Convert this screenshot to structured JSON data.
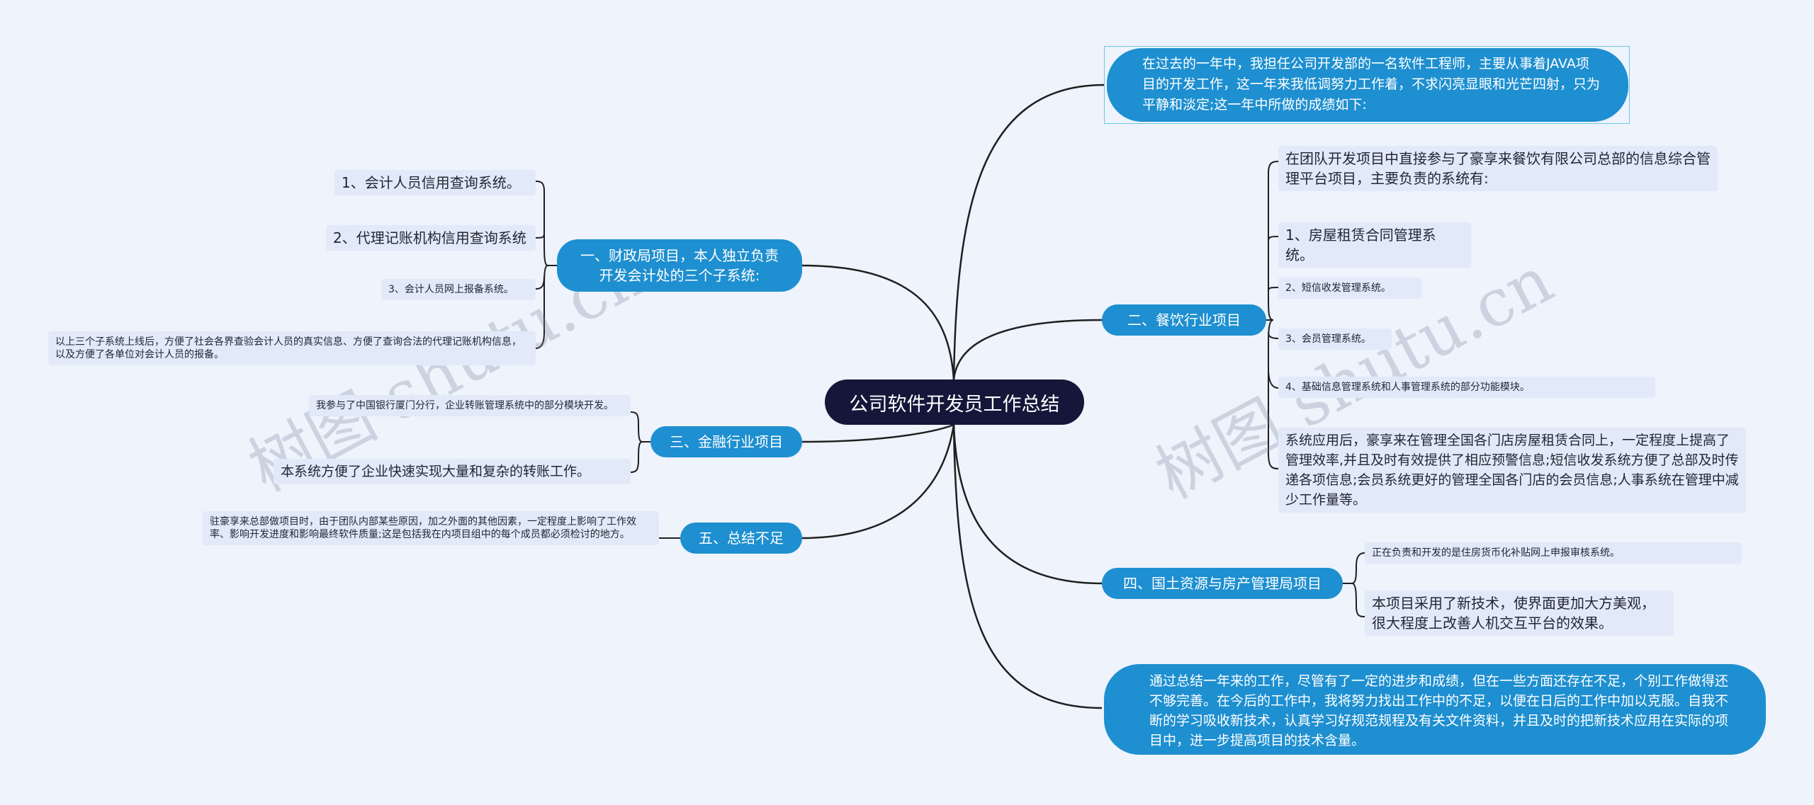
{
  "root": {
    "title": "公司软件开发员工作总结"
  },
  "intro": {
    "text": "在过去的一年中，我担任公司开发部的一名软件工程师，主要从事着JAVA项目的开发工作，这一年来我低调努力工作着，不求闪亮显眼和光芒四射，只为平静和淡定;这一年中所做的成绩如下:"
  },
  "branches": {
    "finance_bureau": {
      "label": "一、财政局项目，本人独立负责开发会计处的三个子系统:",
      "items": [
        "1、会计人员信用查询系统。",
        "2、代理记账机构信用查询系统",
        "3、会计人员网上报备系统。",
        "以上三个子系统上线后，方便了社会各界查验会计人员的真实信息、方便了查询合法的代理记账机构信息，以及方便了各单位对会计人员的报备。"
      ]
    },
    "catering": {
      "label": "二、餐饮行业项目",
      "items": [
        "在团队开发项目中直接参与了豪享来餐饮有限公司总部的信息综合管理平台项目，主要负责的系统有:",
        "1、房屋租赁合同管理系统。",
        "2、短信收发管理系统。",
        "3、会员管理系统。",
        "4、基础信息管理系统和人事管理系统的部分功能模块。",
        "系统应用后，豪享来在管理全国各门店房屋租赁合同上，一定程度上提高了管理效率,并且及时有效提供了相应预警信息;短信收发系统方便了总部及时传递各项信息;会员系统更好的管理全国各门店的会员信息;人事系统在管理中减少工作量等。"
      ]
    },
    "banking": {
      "label": "三、金融行业项目",
      "items": [
        "我参与了中国银行厦门分行，企业转账管理系统中的部分模块开发。",
        "本系统方便了企业快速实现大量和复杂的转账工作。"
      ]
    },
    "land": {
      "label": "四、国土资源与房产管理局项目",
      "items": [
        "正在负责和开发的是住房货币化补贴网上申报审核系统。",
        "本项目采用了新技术，使界面更加大方美观，很大程度上改善人机交互平台的效果。"
      ]
    },
    "shortcomings": {
      "label": "五、总结不足",
      "items": [
        "驻豪享来总部做项目时，由于团队内部某些原因，加之外面的其他因素，一定程度上影响了工作效率、影响开发进度和影响最终软件质量;这是包括我在内项目组中的每个成员都必须检讨的地方。"
      ]
    }
  },
  "conclusion": {
    "text": "通过总结一年来的工作，尽管有了一定的进步和成绩，但在一些方面还存在不足，个别工作做得还不够完善。在今后的工作中，我将努力找出工作中的不足，以便在日后的工作中加以克服。自我不断的学习吸收新技术，认真学习好规范规程及有关文件资料，并且及时的把新技术应用在实际的项目中，进一步提高项目的技术含量。"
  },
  "watermarks": [
    "树图 shutu.cn",
    "树图 shutu.cn"
  ],
  "colors": {
    "root": "#14163a",
    "branch": "#1e8fd0",
    "leaf_bg": "#e2e9f8",
    "line": "#222222",
    "background": "#eef3fc"
  }
}
